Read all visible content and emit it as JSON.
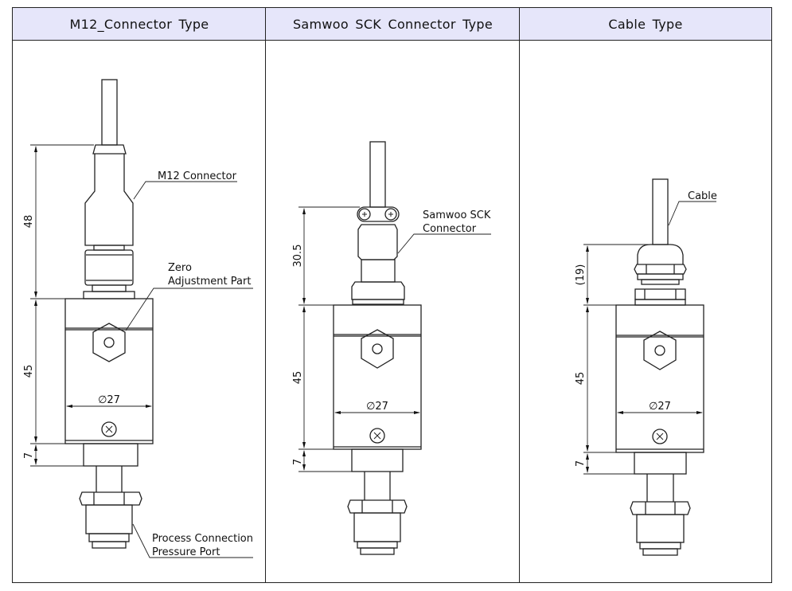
{
  "table": {
    "columns": [
      {
        "header": "M12_Connector Type",
        "labels": {
          "connector": "M12 Connector",
          "zero_line1": "Zero",
          "zero_line2": "Adjustment Part",
          "port_line1": "Process Connection",
          "port_line2": "Pressure Port"
        },
        "dimensions": {
          "connector_height": "48",
          "body_height": "45",
          "neck_height": "7",
          "diameter": "∅27"
        }
      },
      {
        "header": "Samwoo SCK Connector Type",
        "labels": {
          "connector_line1": "Samwoo SCK",
          "connector_line2": "Connector"
        },
        "dimensions": {
          "connector_height": "30.5",
          "body_height": "45",
          "neck_height": "7",
          "diameter": "∅27"
        }
      },
      {
        "header": "Cable Type",
        "labels": {
          "cable": "Cable"
        },
        "dimensions": {
          "gland_height": "(19)",
          "body_height": "45",
          "neck_height": "7",
          "diameter": "∅27"
        }
      }
    ]
  },
  "colors": {
    "header_bg": "#e6e6fa",
    "line": "#222222"
  }
}
